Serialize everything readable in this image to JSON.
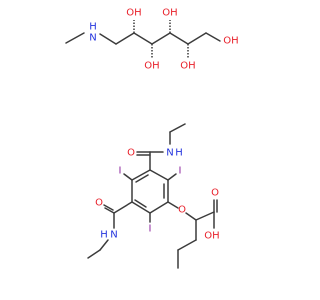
{
  "colors": {
    "bond": "#3c3c3c",
    "oxygen": "#e8202a",
    "nitrogen": "#2233dd",
    "iodine": "#8a1f9c",
    "background": "#ffffff"
  },
  "molecule_top": {
    "atoms": {
      "n_methyl": "N",
      "n_h": "H",
      "oh1": "OH",
      "oh2": "OH",
      "oh3": "OH",
      "oh4": "OH",
      "oh5": "OH"
    }
  },
  "molecule_bottom": {
    "atoms": {
      "o_amide_top": "O",
      "n_amide_top": "N",
      "h_amide_top": "H",
      "i_left_top": "I",
      "i_right_top": "I",
      "o_amide_left": "O",
      "n_amide_left": "N",
      "h_amide_left": "H",
      "i_bottom": "I",
      "o_ether": "O",
      "o_acid": "O",
      "oh_acid": "OH"
    }
  }
}
